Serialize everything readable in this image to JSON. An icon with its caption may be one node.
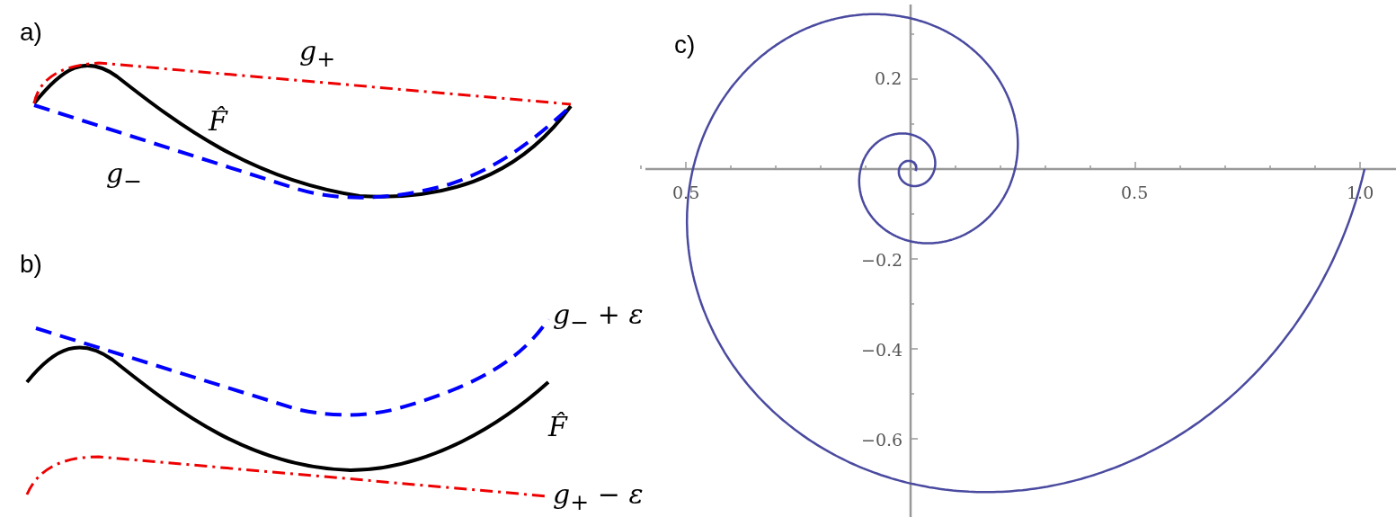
{
  "diagram": {
    "labels": [
      "a)",
      "g$_{+}$",
      "F̂",
      "g$_{−}$",
      "b)",
      "g$_{−}$ + ε",
      "F̂",
      "g$_{+}$ − ε",
      "c)",
      "0.2",
      "0.5",
      "0.5",
      "1.0",
      "−0.2",
      "−0.4",
      "−0.6"
    ]
  }
}
